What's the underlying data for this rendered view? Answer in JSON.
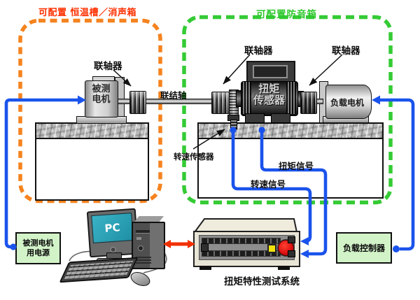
{
  "titles": {
    "left_enclosure": "可配置 恒温槽／消声箱",
    "right_enclosure": "可配置防音箱"
  },
  "labels": {
    "coupling_left": "联轴器",
    "coupling_mid": "联轴器",
    "coupling_right": "联轴器",
    "connecting_shaft": "联结轴",
    "speed_sensor": "转速传感器",
    "torque_signal": "扭矩信号",
    "speed_signal": "转速信号",
    "system_title": "扭矩特性测试系统"
  },
  "machines": {
    "test_motor": "被测\n电机",
    "torque_sensor": "扭矩\n传感器",
    "load_motor": "负载电机",
    "pc_screen": "PC"
  },
  "boxes": {
    "test_motor_power": "被测电机\n用电源",
    "load_controller": "负载控制器"
  },
  "colors": {
    "signal_blue": "#1A53EC",
    "dash_orange": "#F5831F",
    "title_red": "#FF3000",
    "dash_green": "#35CB35",
    "title_green": "#2EC82E",
    "box_green_fill": "#D2F3C8",
    "screen_teal": "#2AA0B4",
    "arrow_red": "#F03000",
    "button_red": "#D90F0F",
    "button_yellow": "#F2E30A"
  }
}
